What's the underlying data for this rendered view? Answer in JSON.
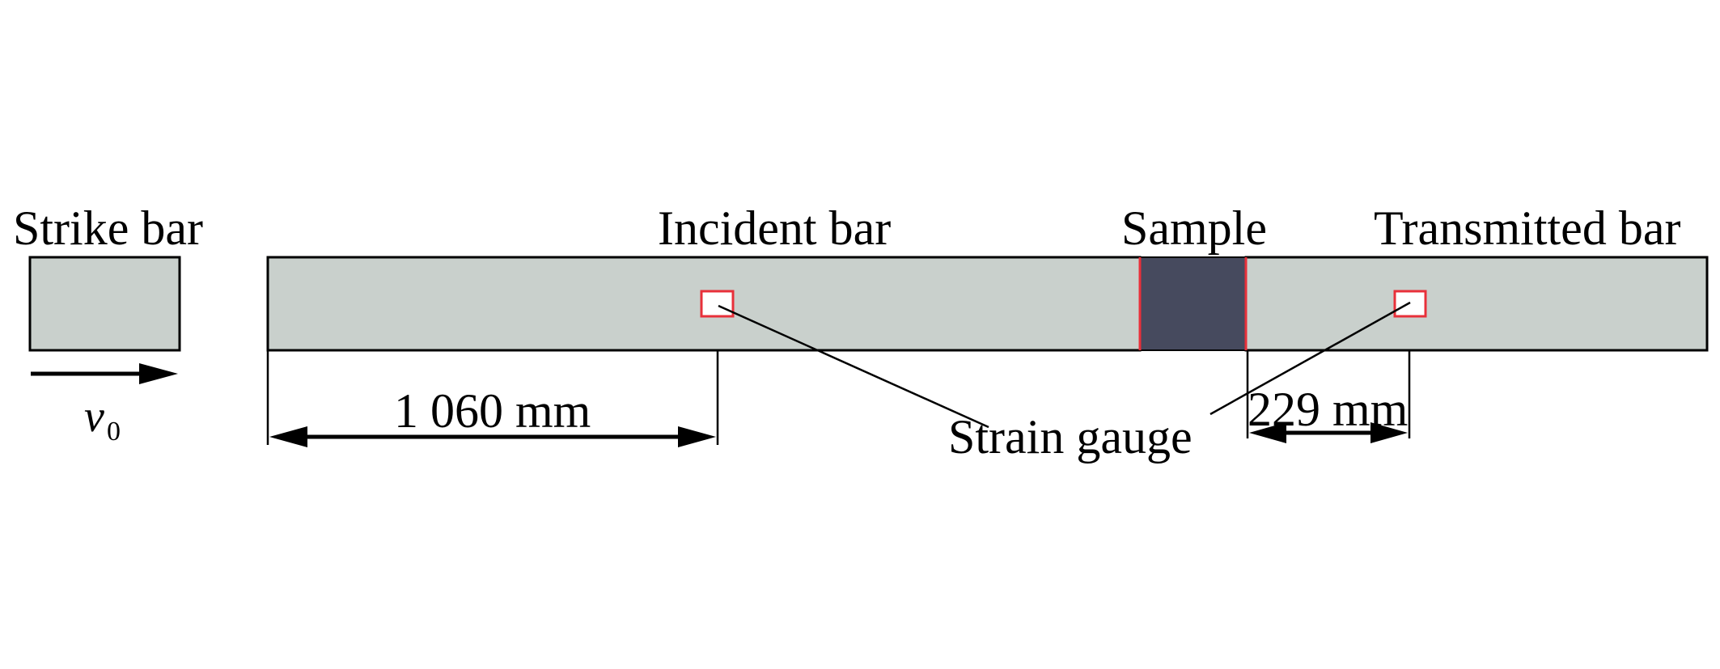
{
  "labels": {
    "strike_bar": "Strike bar",
    "incident_bar": "Incident bar",
    "sample": "Sample",
    "transmitted_bar": "Transmitted bar",
    "strain_gauge": "Strain gauge",
    "velocity_symbol": "v",
    "velocity_subscript": "0",
    "dim_incident": "1 060 mm",
    "dim_transmitted": "229 mm"
  },
  "colors": {
    "bar_fill": "#c9d0cc",
    "sample_fill": "#464a5e",
    "gauge_outline": "#e8303a",
    "line": "#000000"
  }
}
